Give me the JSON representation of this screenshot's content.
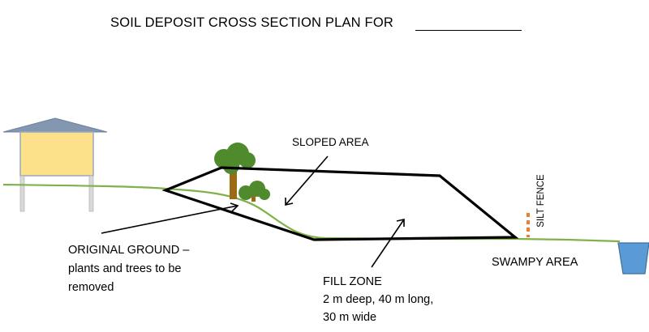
{
  "title": "SOIL DEPOSIT CROSS SECTION PLAN FOR",
  "labels": {
    "sloped_area": "SLOPED AREA",
    "original_ground_1": "ORIGINAL GROUND –",
    "original_ground_2": "plants and trees to be",
    "original_ground_3": "removed",
    "fill_zone_1": "FILL ZONE",
    "fill_zone_2": "2 m deep, 40 m long,",
    "fill_zone_3": "30 m wide",
    "silt_fence": "SILT FENCE",
    "swampy_area": "SWAMPY AREA"
  },
  "colors": {
    "ground_line": "#7fb24a",
    "fill_outline": "#000000",
    "house_wall": "#fde08a",
    "house_roof": "#8497b0",
    "tree_foliage": "#4f8a2c",
    "tree_trunk": "#9a6a14",
    "silt_fence": "#ed7d31",
    "bucket": "#5b9bd5"
  }
}
